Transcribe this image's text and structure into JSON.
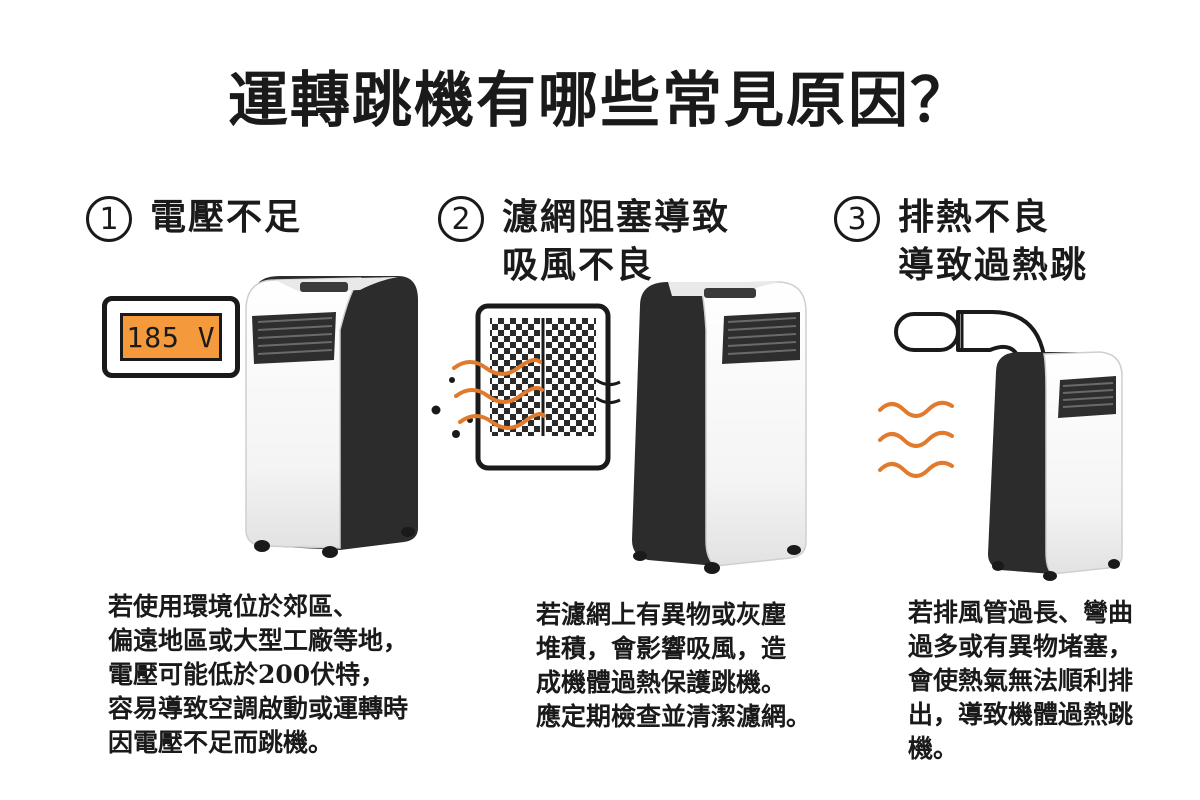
{
  "title": "運轉跳機有哪些常見原因？",
  "sections": [
    {
      "number": "1",
      "heading": [
        "電壓不足"
      ],
      "display_value": "185 V",
      "description": [
        "若使用環境位於郊區、",
        "偏遠地區或大型工廠等地，",
        "電壓可能低於200伏特，",
        "容易導致空調啟動或運轉時",
        "因電壓不足而跳機。"
      ]
    },
    {
      "number": "2",
      "heading": [
        "濾網阻塞導致",
        "吸風不良"
      ],
      "description": [
        "若濾網上有異物或灰塵",
        "堆積，會影響吸風，造",
        "成機體過熱保護跳機。",
        "應定期檢查並清潔濾網。"
      ]
    },
    {
      "number": "3",
      "heading": [
        "排熱不良",
        "導致過熱跳"
      ],
      "description": [
        "若排風管過長、彎曲",
        "過多或有異物堵塞，",
        "會使熱氣無法順利排",
        "出，導致機體過熱跳",
        "機。"
      ]
    }
  ],
  "icons": {
    "unit": "portable-air-conditioner-icon",
    "display": "voltage-display-icon",
    "filter": "clogged-filter-icon",
    "hose": "exhaust-hose-icon",
    "heat": "heat-wave-icon"
  },
  "colors": {
    "accent": "#f59a3c",
    "heat": "#e07a2c",
    "dark": "#1a1a1a",
    "panel": "#3a3a3a"
  }
}
